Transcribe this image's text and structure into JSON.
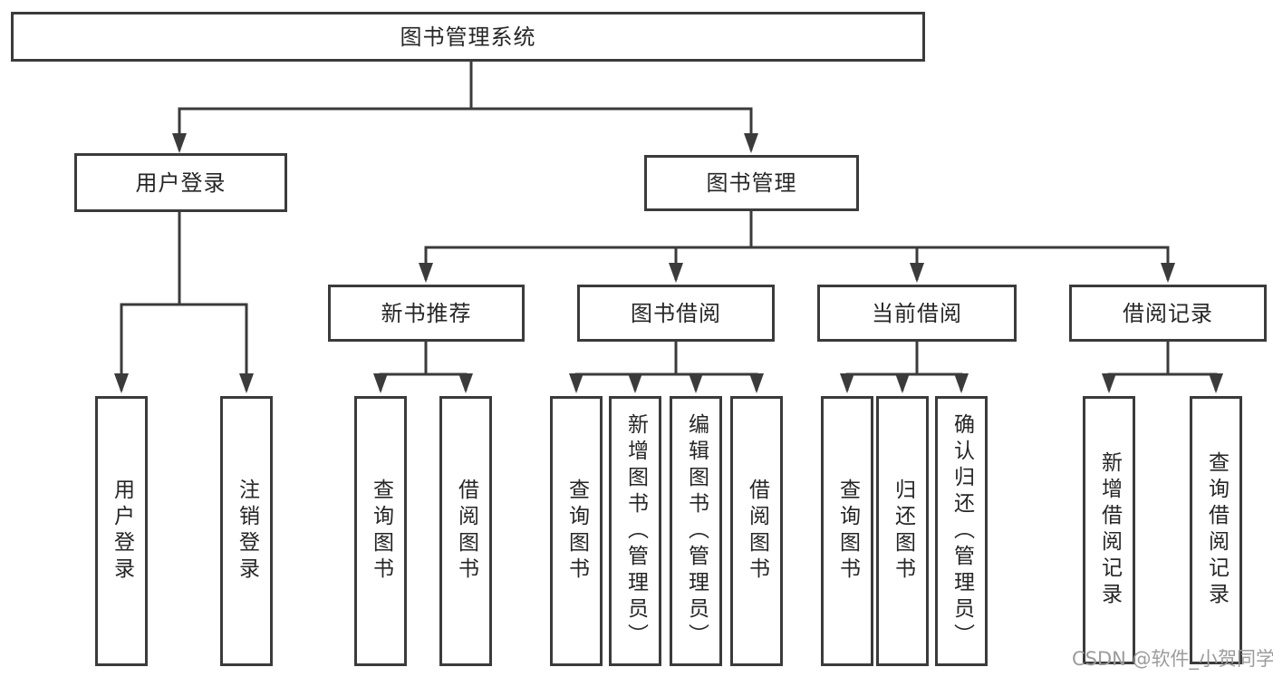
{
  "diagram": {
    "title": "图书管理系统",
    "type": "hierarchy-tree",
    "colors": {
      "line": "#3b3b3b",
      "box_border": "#3b3b3b",
      "box_background": "#ffffff",
      "text": "#262626",
      "watermark": "#9c9c9c",
      "page_background": "#ffffff"
    },
    "tree": {
      "label": "图书管理系统",
      "children": [
        {
          "label": "用户登录",
          "children": [
            {
              "label": "用户登录"
            },
            {
              "label": "注销登录"
            }
          ]
        },
        {
          "label": "图书管理",
          "children": [
            {
              "label": "新书推荐",
              "children": [
                {
                  "label": "查询图书"
                },
                {
                  "label": "借阅图书"
                }
              ]
            },
            {
              "label": "图书借阅",
              "children": [
                {
                  "label": "查询图书"
                },
                {
                  "label": "新增图书（管理员）"
                },
                {
                  "label": "编辑图书（管理员）"
                },
                {
                  "label": "借阅图书"
                }
              ]
            },
            {
              "label": "当前借阅",
              "children": [
                {
                  "label": "查询图书"
                },
                {
                  "label": "归还图书"
                },
                {
                  "label": "确认归还（管理员）"
                }
              ]
            },
            {
              "label": "借阅记录",
              "children": [
                {
                  "label": "新增借阅记录"
                },
                {
                  "label": "查询借阅记录"
                }
              ]
            }
          ]
        }
      ]
    },
    "watermark": "CSDN @软件_小贺同学"
  }
}
